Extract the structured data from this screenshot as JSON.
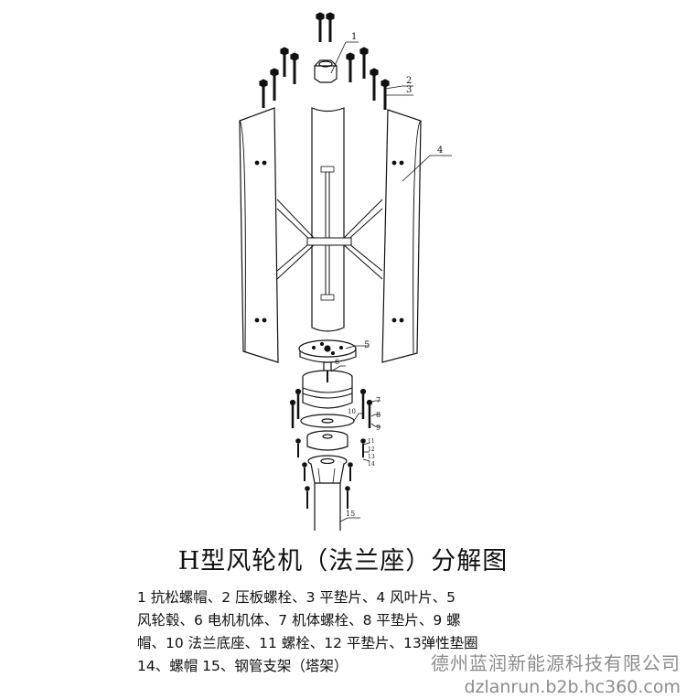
{
  "callouts": [
    {
      "num": "1"
    },
    {
      "num": "2"
    },
    {
      "num": "3"
    },
    {
      "num": "4"
    },
    {
      "num": "5"
    },
    {
      "num": "6"
    },
    {
      "num": "7"
    },
    {
      "num": "8"
    },
    {
      "num": "9"
    },
    {
      "num": "10"
    },
    {
      "num": "11"
    },
    {
      "num": "12"
    },
    {
      "num": "13"
    },
    {
      "num": "14"
    },
    {
      "num": "15"
    }
  ],
  "title": "H型风轮机（法兰座）分解图",
  "legend": {
    "line1": "1  抗松螺帽、2  压板螺栓、3  平垫片、4  风叶片、5",
    "line2": "风轮毂、6  电机机体、7  机体螺栓、8  平垫片、9  螺",
    "line3": "帽、10  法兰底座、11  螺栓、12  平垫片、13弹性垫圈",
    "line4": "14、螺帽 15、钢管支架（塔架）"
  },
  "watermark": {
    "line1": "德州蓝润新能源科技有限公司",
    "line2": "dzlanrun.b2b.hc360.com"
  },
  "colors": {
    "line": "#111111",
    "watermark": "#8c8c8c"
  }
}
